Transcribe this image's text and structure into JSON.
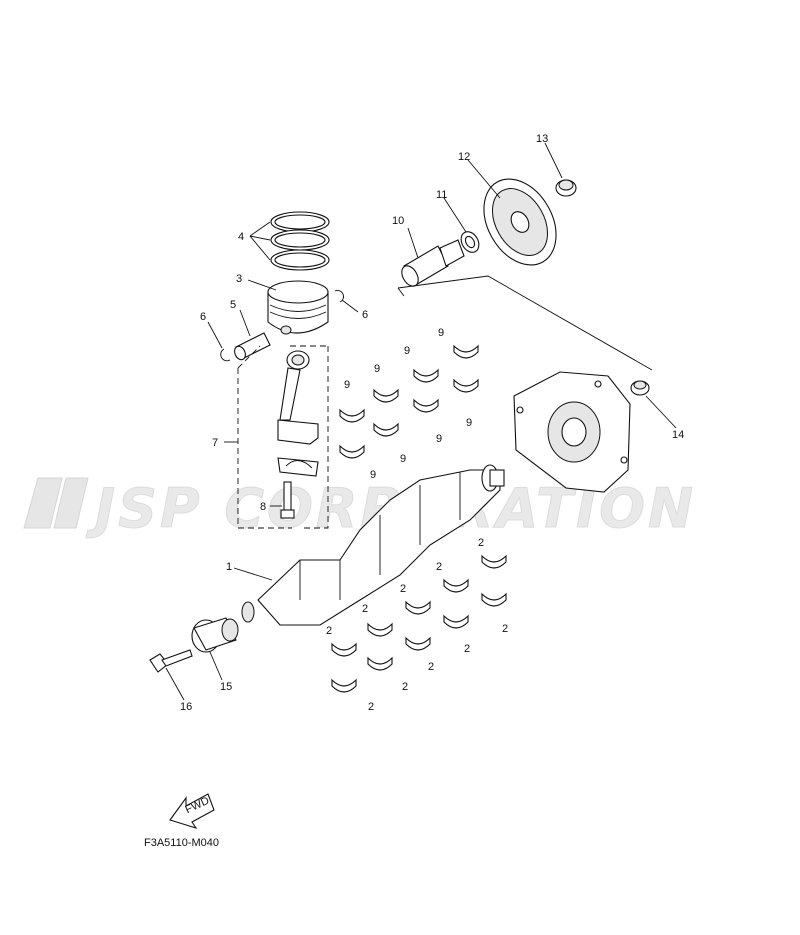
{
  "watermark": "JSP CORPORATION",
  "diagram_code": "F3A5110-M040",
  "fwd_label": "FWD",
  "callouts": {
    "c1": "1",
    "c2": "2",
    "c3": "3",
    "c4": "4",
    "c5": "5",
    "c6": "6",
    "c7": "7",
    "c8": "8",
    "c9": "9",
    "c10": "10",
    "c11": "11",
    "c12": "12",
    "c13": "13",
    "c14": "14",
    "c15": "15",
    "c16": "16"
  }
}
